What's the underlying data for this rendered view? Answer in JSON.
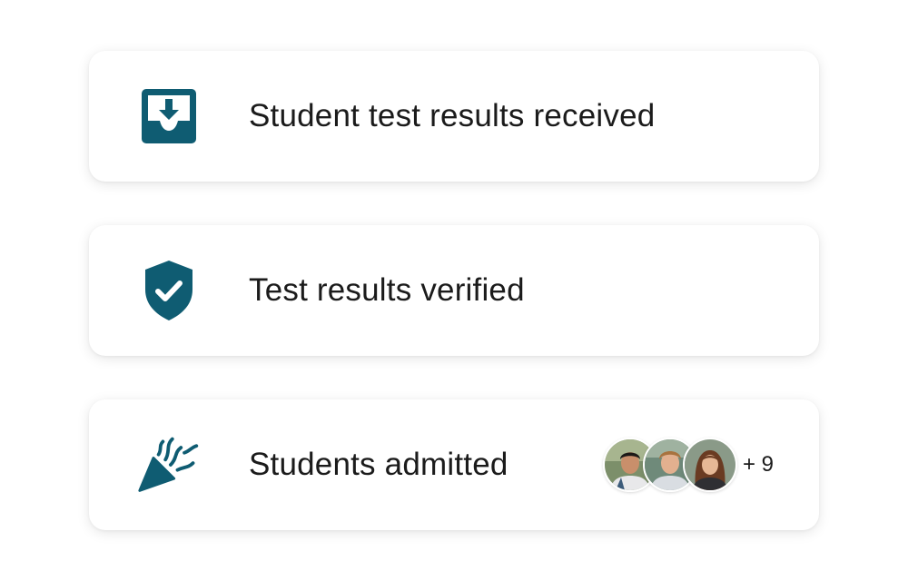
{
  "colors": {
    "accent": "#0f5c72",
    "text": "#1b1b1b",
    "card_background": "#ffffff"
  },
  "steps": [
    {
      "icon": "inbox-download-icon",
      "label": "Student test results received"
    },
    {
      "icon": "shield-check-icon",
      "label": "Test results verified"
    },
    {
      "icon": "party-popper-icon",
      "label": "Students admitted"
    }
  ],
  "admitted": {
    "avatars": [
      "student-avatar",
      "student-avatar",
      "student-avatar"
    ],
    "more_count": "+ 9"
  }
}
